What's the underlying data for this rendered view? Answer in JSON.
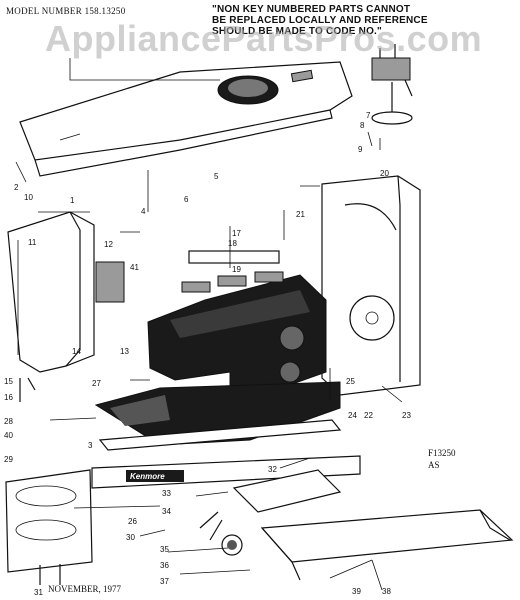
{
  "header": {
    "model": "MODEL NUMBER 158.13250",
    "note_lines": [
      "\"NON KEY NUMBERED PARTS CANNOT",
      "BE REPLACED LOCALLY AND REFERENCE",
      "SHOULD BE MADE TO CODE NO.\""
    ]
  },
  "watermark": "AppliancePartsPros.com",
  "figure": {
    "code": "F13250",
    "suffix": "AS"
  },
  "footer": {
    "date": "NOVEMBER, 1977"
  },
  "brand_plate": "Kenmore",
  "part_labels": [
    "1",
    "2",
    "3",
    "4",
    "5",
    "6",
    "7",
    "8",
    "9",
    "10",
    "11",
    "12",
    "13",
    "14",
    "15",
    "16",
    "17",
    "18",
    "19",
    "20",
    "21",
    "22",
    "23",
    "24",
    "25",
    "26",
    "27",
    "28",
    "29",
    "30",
    "31",
    "32",
    "33",
    "34",
    "35",
    "36",
    "37",
    "38",
    "39",
    "40",
    "41"
  ]
}
